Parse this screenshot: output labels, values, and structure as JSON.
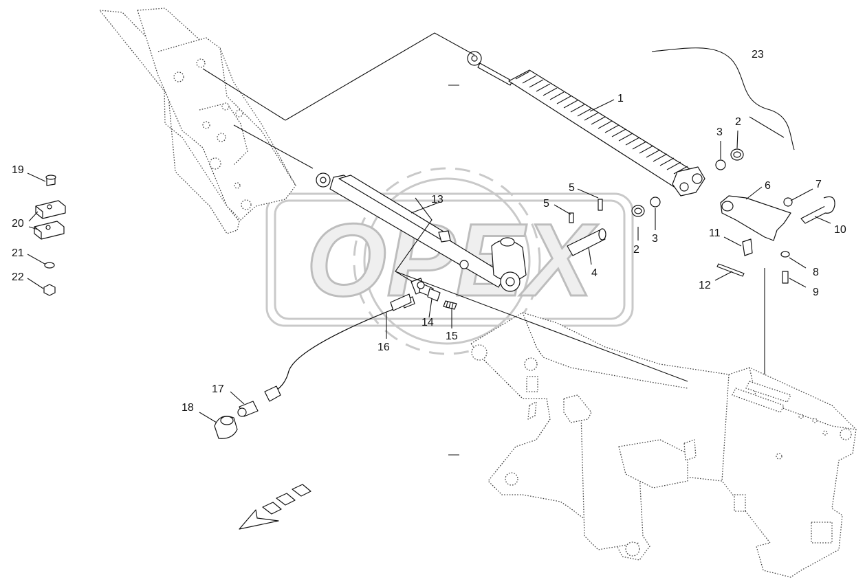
{
  "watermark": {
    "text": "OPEX"
  },
  "callouts": [
    {
      "id": "c1",
      "label": "1"
    },
    {
      "id": "c2a",
      "label": "2"
    },
    {
      "id": "c2b",
      "label": "2"
    },
    {
      "id": "c3a",
      "label": "3"
    },
    {
      "id": "c3b",
      "label": "3"
    },
    {
      "id": "c4",
      "label": "4"
    },
    {
      "id": "c5a",
      "label": "5"
    },
    {
      "id": "c5b",
      "label": "5"
    },
    {
      "id": "c6",
      "label": "6"
    },
    {
      "id": "c7",
      "label": "7"
    },
    {
      "id": "c8",
      "label": "8"
    },
    {
      "id": "c9",
      "label": "9"
    },
    {
      "id": "c10",
      "label": "10"
    },
    {
      "id": "c11",
      "label": "11"
    },
    {
      "id": "c12",
      "label": "12"
    },
    {
      "id": "c13",
      "label": "13"
    },
    {
      "id": "c14",
      "label": "14"
    },
    {
      "id": "c15",
      "label": "15"
    },
    {
      "id": "c16",
      "label": "16"
    },
    {
      "id": "c17",
      "label": "17"
    },
    {
      "id": "c18",
      "label": "18"
    },
    {
      "id": "c19",
      "label": "19"
    },
    {
      "id": "c20",
      "label": "20"
    },
    {
      "id": "c21",
      "label": "21"
    },
    {
      "id": "c22",
      "label": "22"
    },
    {
      "id": "c23",
      "label": "23"
    }
  ],
  "icons": {
    "direction_arrow": "travel-direction-arrow-icon",
    "watermark_gear": "gear-watermark-icon"
  },
  "colors": {
    "line": "#111111",
    "watermark": "#c9c9c9",
    "background": "#ffffff"
  }
}
